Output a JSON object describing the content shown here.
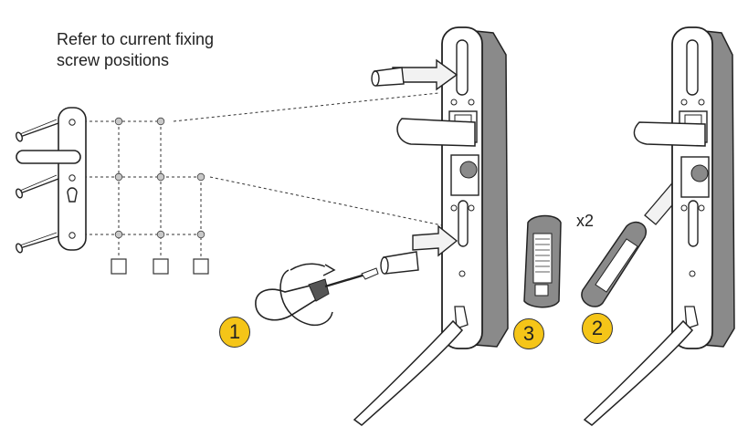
{
  "caption": {
    "line1": "Refer to current fixing",
    "line2": "screw positions"
  },
  "quantity_label": "x2",
  "steps": [
    {
      "label": "1",
      "part": "screwdriver-and-fixing-screws"
    },
    {
      "label": "2",
      "part": "keep-insert-x2"
    },
    {
      "label": "3",
      "part": "keep-insert"
    }
  ],
  "colors": {
    "step_badge": "#f5c518",
    "line": "#222222",
    "part_fill": "#ffffff",
    "part_shade": "#8a8a8a",
    "arrow_fill": "#f2f2f2"
  },
  "icons": [
    "screw-icon",
    "screwdriver-icon",
    "rotation-arrow-icon",
    "insert-arrow-icon",
    "handle-icon",
    "lock-body-icon"
  ]
}
